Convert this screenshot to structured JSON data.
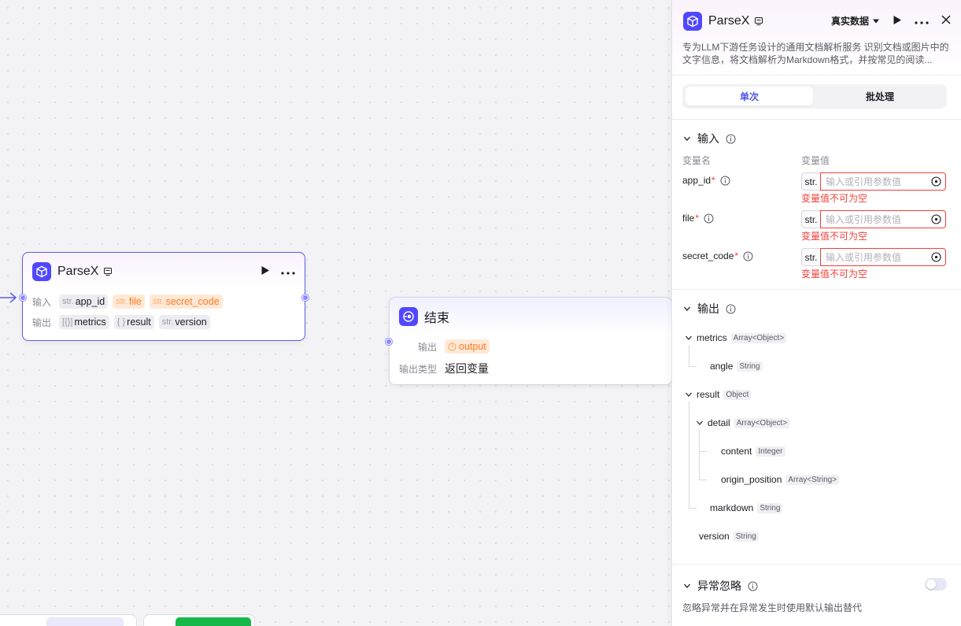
{
  "parse_node": {
    "title": "ParseX",
    "input_label": "输入",
    "output_label": "输出",
    "inputs": [
      {
        "type": "str.",
        "name": "app_id",
        "warn": false
      },
      {
        "type": "str.",
        "name": "file",
        "warn": true
      },
      {
        "type": "str.",
        "name": "secret_code",
        "warn": true
      }
    ],
    "outputs": [
      {
        "type": "[{}]",
        "name": "metrics"
      },
      {
        "type": "{ }",
        "name": "result"
      },
      {
        "type": "str.",
        "name": "version"
      }
    ]
  },
  "end_node": {
    "title": "结束",
    "output_label": "输出",
    "output_var": "output",
    "output_type_label": "输出类型",
    "output_type_value": "返回变量"
  },
  "panel": {
    "title": "ParseX",
    "mode": "真实数据",
    "description": "专为LLM下游任务设计的通用文档解析服务 识别文档或图片中的文字信息，将文档解析为Markdown格式，并按常见的阅读...",
    "tabs": [
      "单次",
      "批处理"
    ],
    "input_section": "输入",
    "col_name": "变量名",
    "col_value": "变量值",
    "params": [
      {
        "name": "app_id",
        "type": "str.",
        "placeholder": "输入或引用参数值",
        "error": "变量值不可为空"
      },
      {
        "name": "file",
        "type": "str.",
        "placeholder": "输入或引用参数值",
        "error": "变量值不可为空"
      },
      {
        "name": "secret_code",
        "type": "str.",
        "placeholder": "输入或引用参数值",
        "error": "变量值不可为空"
      }
    ],
    "output_section": "输出",
    "outputs": {
      "metrics": {
        "name": "metrics",
        "type": "Array<Object>"
      },
      "angle": {
        "name": "angle",
        "type": "String"
      },
      "result": {
        "name": "result",
        "type": "Object"
      },
      "detail": {
        "name": "detail",
        "type": "Array<Object>"
      },
      "content": {
        "name": "content",
        "type": "Integer"
      },
      "origin_position": {
        "name": "origin_position",
        "type": "Array<String>"
      },
      "markdown": {
        "name": "markdown",
        "type": "String"
      },
      "version": {
        "name": "version",
        "type": "String"
      }
    },
    "ignore_section": "异常忽略",
    "ignore_desc": "忽略异常并在异常发生时使用默认输出替代",
    "ignore_enabled": false
  },
  "icons": [
    "cube-icon",
    "window-icon",
    "play-icon",
    "more-icon",
    "close-icon",
    "chevron-down-icon",
    "info-icon",
    "reference-icon",
    "end-icon",
    "arrow-right-icon"
  ],
  "colors": {
    "accent": "#4d53e8",
    "node_border": "#5e5ce6",
    "error": "#f0413a",
    "warn": "#ff7a21"
  }
}
